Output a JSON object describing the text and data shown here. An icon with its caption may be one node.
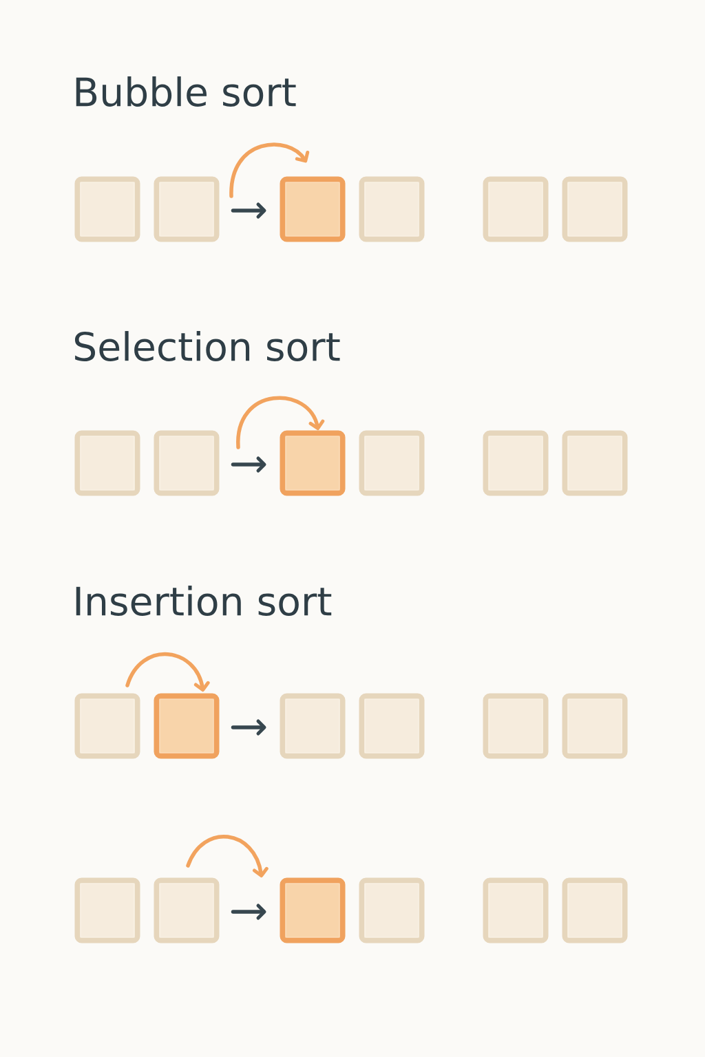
{
  "diagram": {
    "nodes": [
      {
        "text": [],
        "shape": "box"
      },
      {
        "text": [],
        "shape": "box"
      },
      {
        "text": [],
        "shape": "box"
      },
      {
        "text": [],
        "shape": "box"
      },
      {
        "text": [],
        "shape": "box"
      },
      {
        "text": [],
        "shape": "box"
      },
      {
        "text": [],
        "shape": "box"
      },
      {
        "text": [],
        "shape": "box"
      },
      {
        "text": [],
        "shape": "box"
      },
      {
        "text": [],
        "shape": "box"
      },
      {
        "text": [],
        "shape": "box"
      },
      {
        "text": [],
        "shape": "box"
      },
      {
        "text": [],
        "shape": "box"
      },
      {
        "text": [],
        "shape": "box"
      },
      {
        "text": [],
        "shape": "box"
      },
      {
        "text": [],
        "shape": "box"
      },
      {
        "text": [],
        "shape": "box"
      },
      {
        "text": [],
        "shape": "box"
      },
      {
        "text": [],
        "shape": "box"
      },
      {
        "text": [],
        "shape": "box"
      },
      {
        "text": [],
        "shape": "box"
      },
      {
        "text": [],
        "shape": "box"
      },
      {
        "text": [],
        "shape": "box"
      },
      {
        "text": [],
        "shape": "box"
      }
    ],
    "edges": [
      {
        "from": 1,
        "to": 2,
        "arrow": "to",
        "color": "#f2a35e"
      },
      {
        "from": 1,
        "to": 2,
        "arrow": "to",
        "color": "#37474f"
      },
      {
        "from": 7,
        "to": 8,
        "arrow": "to",
        "color": "#f2a35e"
      },
      {
        "from": 7,
        "to": 8,
        "arrow": "to",
        "color": "#37474f"
      },
      {
        "from": 12,
        "to": 13,
        "arrow": "to",
        "color": "#f2a35e"
      },
      {
        "from": 13,
        "to": 14,
        "arrow": "to",
        "color": "#37474f"
      },
      {
        "from": 19,
        "to": 20,
        "arrow": "to",
        "color": "#f2a35e"
      },
      {
        "from": 19,
        "to": 20,
        "arrow": "to",
        "color": "#37474f"
      }
    ],
    "labels": [
      "Bubble sort",
      "Selection sort",
      "Insertion sort"
    ]
  }
}
